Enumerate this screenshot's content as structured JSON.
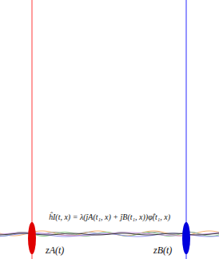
{
  "diagram": {
    "labels": [
      "ĥI(t, x) = λ(ĵA(t₁, x) + ĵB(t₁, x))φ̂(t₁, x)",
      "zA(t)",
      "zB(t)"
    ]
  }
}
